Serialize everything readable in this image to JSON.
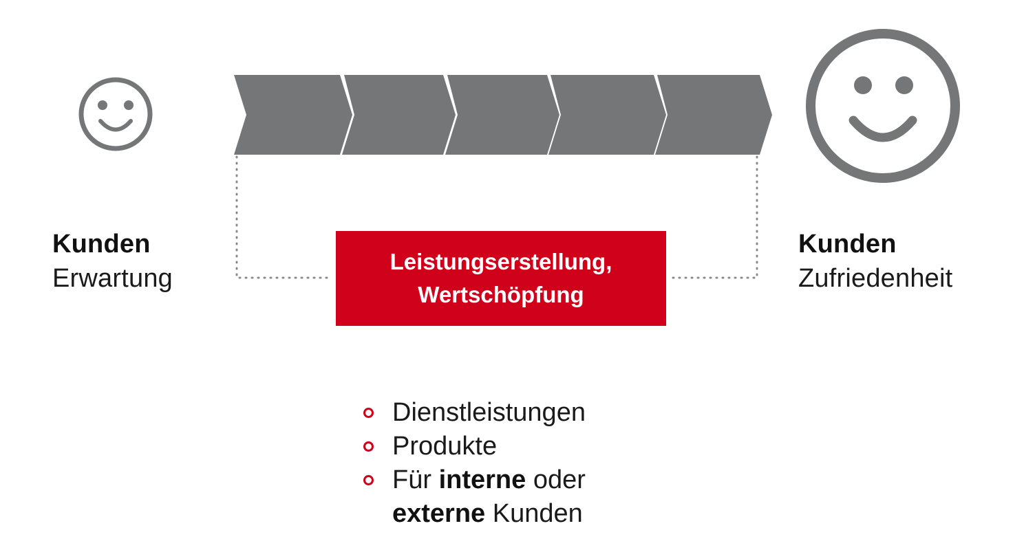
{
  "colors": {
    "arrow_gray": "#757678",
    "accent_red": "#d0021b",
    "smiley_gray": "#757678"
  },
  "icons": {
    "left": "small-smiley-icon",
    "right": "large-smiley-icon"
  },
  "left_label": {
    "title": "Kunden",
    "subtitle": "Erwartung"
  },
  "right_label": {
    "title": "Kunden",
    "subtitle": "Zufriedenheit"
  },
  "process_box": {
    "line1": "Leistungserstellung,",
    "line2": "Wertschöpfung"
  },
  "process_steps": [
    "",
    "",
    "",
    "",
    ""
  ],
  "bullets": {
    "item1": "Dienstleistungen",
    "item2": "Produkte",
    "item3": {
      "prefix": "Für ",
      "bold1": "interne",
      "mid": " oder",
      "bold2": "externe",
      "suffix": " Kunden"
    }
  }
}
